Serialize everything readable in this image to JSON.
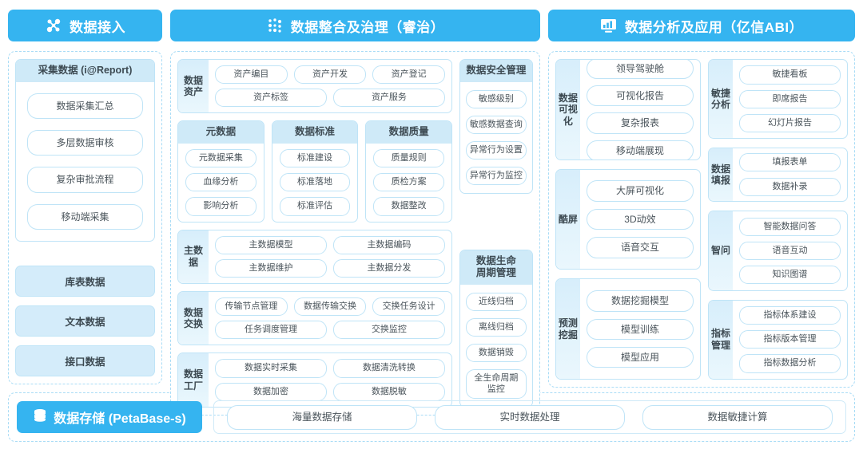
{
  "access": {
    "banner": {
      "title": "数据接入",
      "icon": "nodes-icon"
    },
    "collect_card": {
      "title": "采集数据 (i@Report)",
      "items": [
        "数据采集汇总",
        "多层数据审核",
        "复杂审批流程",
        "移动端采集"
      ]
    },
    "blocks": [
      "库表数据",
      "文本数据",
      "接口数据"
    ]
  },
  "govern": {
    "banner": {
      "title": "数据整合及治理（睿治）",
      "icon": "dots-network-icon"
    },
    "data_asset": {
      "label": "数据\n资产",
      "row1": [
        "资产编目",
        "资产开发",
        "资产登记"
      ],
      "row2": [
        "资产标签",
        "资产服务"
      ]
    },
    "cards": [
      {
        "title": "元数据",
        "items": [
          "元数据采集",
          "血缘分析",
          "影响分析"
        ]
      },
      {
        "title": "数据标准",
        "items": [
          "标准建设",
          "标准落地",
          "标准评估"
        ]
      },
      {
        "title": "数据质量",
        "items": [
          "质量规则",
          "质检方案",
          "数据整改"
        ]
      }
    ],
    "master_data": {
      "label": "主数据",
      "row1": [
        "主数据模型",
        "主数据编码"
      ],
      "row2": [
        "主数据维护",
        "主数据分发"
      ]
    },
    "data_exchange": {
      "label": "数据\n交换",
      "row1": [
        "传输节点管理",
        "数据传输交换",
        "交换任务设计"
      ],
      "row2": [
        "任务调度管理",
        "交换监控"
      ]
    },
    "data_factory": {
      "label": "数据\n工厂",
      "row1": [
        "数据实时采集",
        "数据清洗转换"
      ],
      "row2": [
        "数据加密",
        "数据脱敏"
      ]
    },
    "security_card": {
      "title": "数据安全管理",
      "items": [
        "敏感级别",
        "敏感数据查询",
        "异常行为设置",
        "异常行为监控"
      ]
    },
    "lifecycle_card": {
      "title": "数据生命\n周期管理",
      "items": [
        "近线归档",
        "离线归档",
        "数据销毁",
        "全生命周期\n监控"
      ]
    }
  },
  "apply": {
    "banner": {
      "title": "数据分析及应用（亿信ABI）",
      "icon": "monitor-chart-icon"
    },
    "groups_left": [
      {
        "label": "数据\n可视\n化",
        "items": [
          "领导驾驶舱",
          "可视化报告",
          "复杂报表",
          "移动端展现"
        ]
      },
      {
        "label": "酷屏",
        "items": [
          "大屏可视化",
          "3D动效",
          "语音交互"
        ]
      },
      {
        "label": "预测\n挖掘",
        "items": [
          "数据挖掘模型",
          "模型训练",
          "模型应用"
        ]
      }
    ],
    "groups_right": [
      {
        "label": "敏捷\n分析",
        "items": [
          "敏捷看板",
          "即席报告",
          "幻灯片报告"
        ]
      },
      {
        "label": "数据\n填报",
        "items": [
          "填报表单",
          "数据补录"
        ]
      },
      {
        "label": "智问",
        "items": [
          "智能数据问答",
          "语音互动",
          "知识图谱"
        ]
      },
      {
        "label": "指标\n管理",
        "items": [
          "指标体系建设",
          "指标版本管理",
          "指标数据分析"
        ]
      }
    ]
  },
  "storage": {
    "banner": {
      "title": "数据存储 (PetaBase-s)",
      "icon": "database-icon"
    },
    "items": [
      "海量数据存储",
      "实时数据处理",
      "数据敏捷计算"
    ]
  },
  "colors": {
    "banner_blue": "#35b4f0",
    "card_header": "#cfeaf8",
    "border_blue": "#bfe4f7",
    "dashed_border": "#a9dcf6",
    "block_fill": "#d4ecfa",
    "text": "#444c52"
  }
}
